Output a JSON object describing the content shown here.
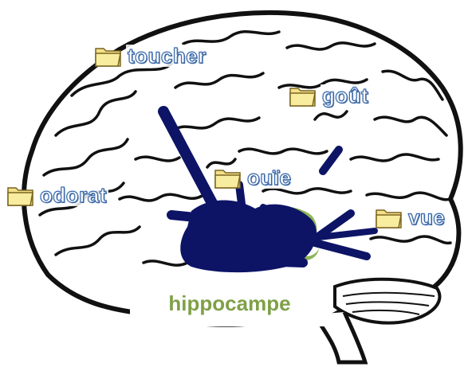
{
  "diagram": {
    "senses": [
      {
        "id": "toucher",
        "label": "toucher",
        "icon": "folder-icon"
      },
      {
        "id": "gout",
        "label": "goût",
        "icon": "folder-icon"
      },
      {
        "id": "odorat",
        "label": "odorat",
        "icon": "folder-icon"
      },
      {
        "id": "ouie",
        "label": "ouïe",
        "icon": "folder-icon"
      },
      {
        "id": "vue",
        "label": "vue",
        "icon": "folder-icon"
      }
    ],
    "center_label": "hippocampe",
    "colors": {
      "arrows": "#0d1466",
      "label_outline": "#3a68a8",
      "hippocampe_text": "#7fa047",
      "hippocampe_shape": "#8db556",
      "brain_outline": "#111111"
    }
  }
}
